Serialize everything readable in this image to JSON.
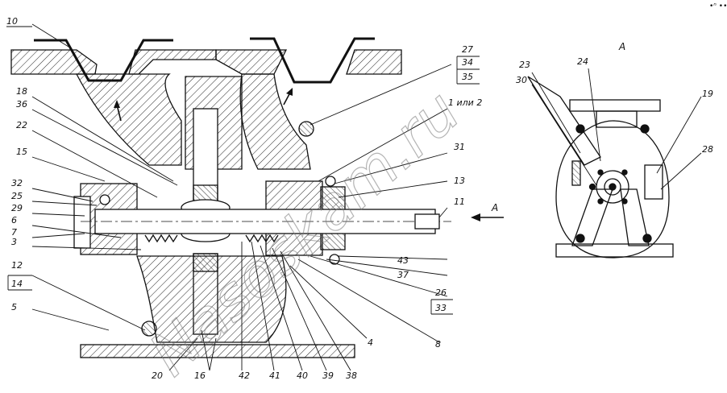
{
  "view_label": "A",
  "corner_mark": "•ⁿ •••",
  "watermark": "Nasoskam.ru",
  "callouts": {
    "c10": "10",
    "c18": "18",
    "c36": "36",
    "c22": "22",
    "c15": "15",
    "c32": "32",
    "c25": "25",
    "c29": "29",
    "c6": "6",
    "c7": "7",
    "c3": "3",
    "c12": "12",
    "c14": "14",
    "c5": "5",
    "c27": "27",
    "c34": "34",
    "c35": "35",
    "c1or2": "1 или 2",
    "c31": "31",
    "c13": "13",
    "c11": "11",
    "c43": "43",
    "c37": "37",
    "c26": "26",
    "c33": "33",
    "c4": "4",
    "c8": "8",
    "c20": "20",
    "c16": "16",
    "c42": "42",
    "c41": "41",
    "c40": "40",
    "c39": "39",
    "c38": "38",
    "c23": "23",
    "c24": "24",
    "c30": "30",
    "c19": "19",
    "c28": "28"
  }
}
